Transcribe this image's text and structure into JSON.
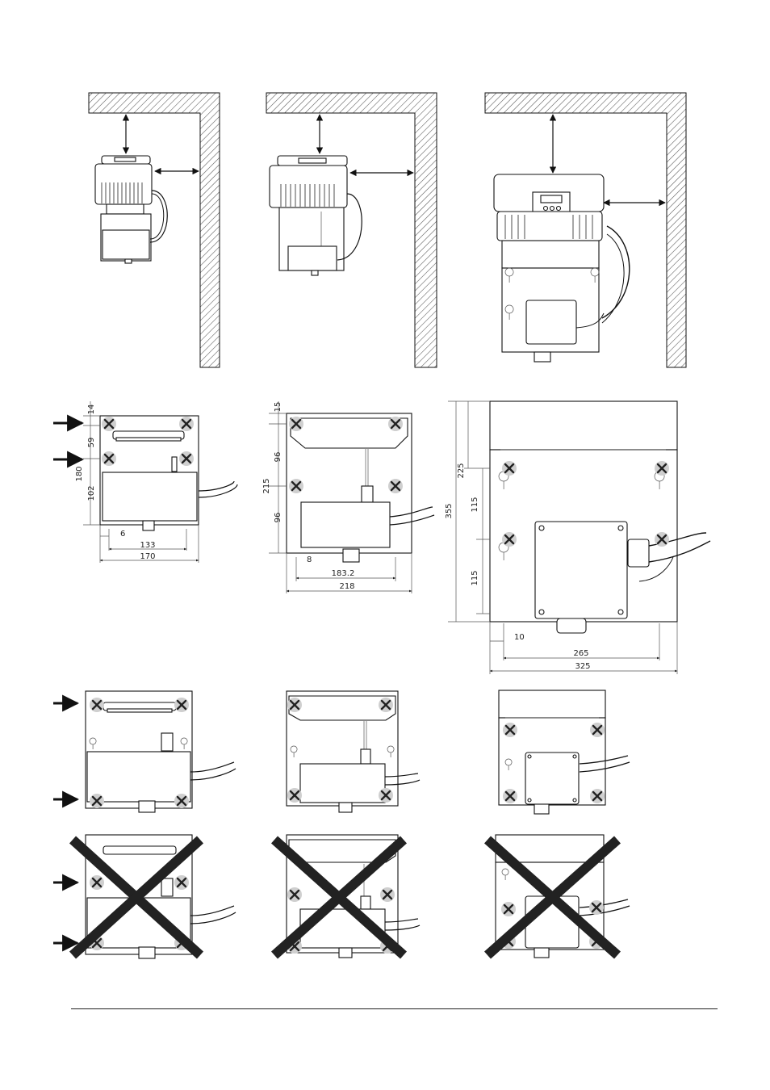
{
  "dimensions": {
    "small": {
      "d14": "14",
      "d59": "59",
      "d180": "180",
      "d102": "102",
      "d6": "6",
      "d133": "133",
      "d170": "170"
    },
    "medium": {
      "d15": "15",
      "d96a": "96",
      "d215": "215",
      "d96b": "96",
      "d8": "8",
      "d183": "183.2",
      "d218": "218"
    },
    "large": {
      "d225": "225",
      "d115a": "115",
      "d355": "355",
      "d115b": "115",
      "d10": "10",
      "d265": "265",
      "d325": "325"
    }
  },
  "palette": {
    "line": "#111111",
    "hatch": "#555555",
    "screw_marker": "#cfcfcf",
    "reject_cross": "#222222"
  },
  "icons": [
    "clearance-arrow",
    "mount-arrow-icon",
    "screw-x-icon",
    "reject-cross-icon"
  ]
}
